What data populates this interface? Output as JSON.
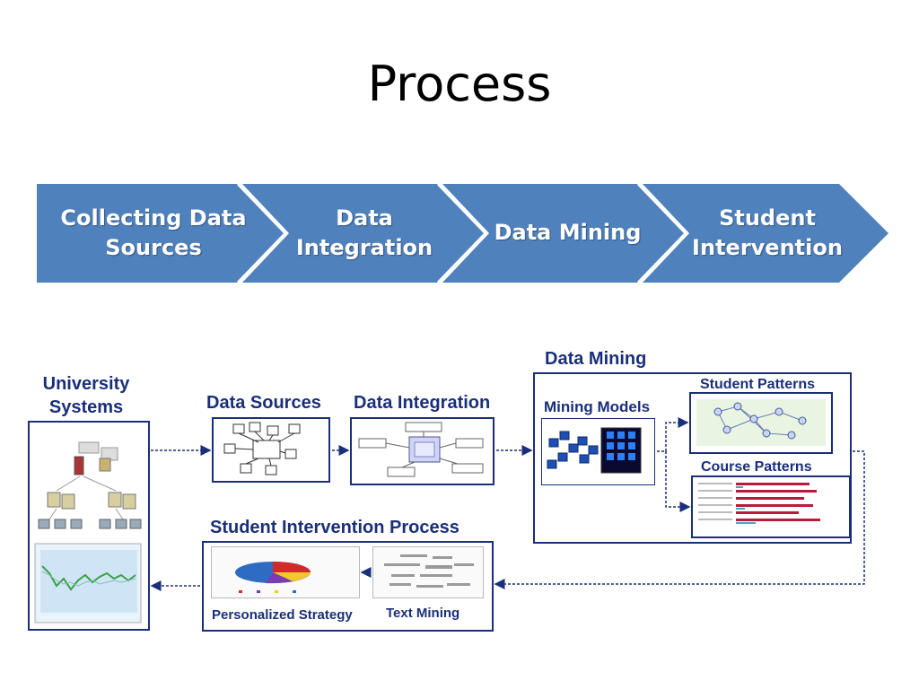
{
  "slide": {
    "title": "Process"
  },
  "steps": [
    {
      "label_line1": "Collecting Data",
      "label_line2": "Sources"
    },
    {
      "label_line1": "Data",
      "label_line2": "Integration"
    },
    {
      "label_line1": "Data Mining",
      "label_line2": ""
    },
    {
      "label_line1": "Student",
      "label_line2": "Intervention"
    }
  ],
  "diagram": {
    "university_line1": "University",
    "university_line2": "Systems",
    "data_sources": "Data Sources",
    "data_integration": "Data Integration",
    "data_mining": "Data Mining",
    "mining_models": "Mining Models",
    "student_patterns": "Student Patterns",
    "course_patterns": "Course Patterns",
    "intervention_process": "Student Intervention Process",
    "personalized_strategy": "Personalized Strategy",
    "text_mining": "Text Mining"
  },
  "colors": {
    "chevron": "#4f81bd",
    "diagram_line": "#1a2f7a"
  }
}
